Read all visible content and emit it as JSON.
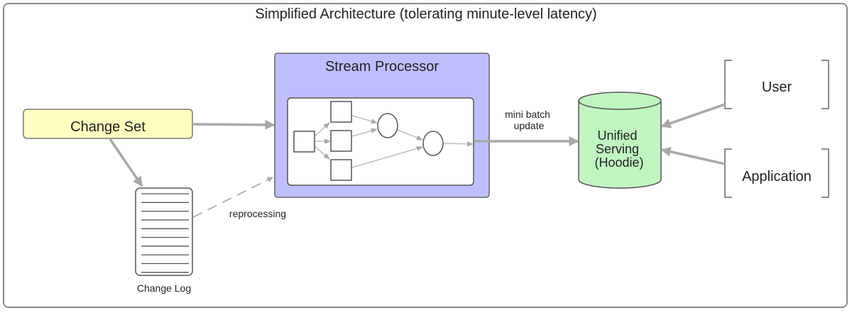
{
  "diagram": {
    "title": "Simplified Architecture (tolerating minute-level latency)",
    "nodes": {
      "change_set": {
        "label": "Change Set",
        "color": "#ffffc0"
      },
      "change_log": {
        "label": "Change Log"
      },
      "stream_processor": {
        "label": "Stream Processor",
        "color": "#bfbfff"
      },
      "serving": {
        "lines": [
          "Unified",
          "Serving",
          "(Hoodie)"
        ],
        "color": "#c0f5c0"
      },
      "user": {
        "label": "User"
      },
      "application": {
        "label": "Application"
      }
    },
    "edges": {
      "reprocessing": {
        "label": "reprocessing"
      },
      "mini_batch": {
        "lines": [
          "mini batch",
          "update"
        ]
      }
    }
  }
}
